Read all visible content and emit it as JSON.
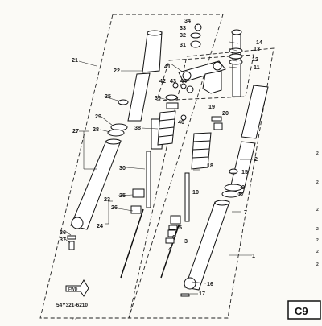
{
  "diagram": {
    "part_code": "54Y321-6210",
    "page_code": "C9",
    "front_marker": "FWD",
    "labels": [
      "1",
      "2",
      "3",
      "4",
      "5",
      "6",
      "7",
      "8",
      "9",
      "10",
      "11",
      "12",
      "13",
      "14",
      "15",
      "16",
      "17",
      "18",
      "19",
      "20",
      "21",
      "22",
      "23",
      "24",
      "25",
      "26",
      "27",
      "28",
      "29",
      "30",
      "31",
      "32",
      "33",
      "34",
      "35",
      "36",
      "37",
      "38",
      "39",
      "40",
      "41",
      "42",
      "43",
      "44"
    ],
    "edge_marks": [
      "2",
      "2",
      "2",
      "2",
      "2",
      "2",
      "2"
    ],
    "footer_text": "· ·"
  }
}
